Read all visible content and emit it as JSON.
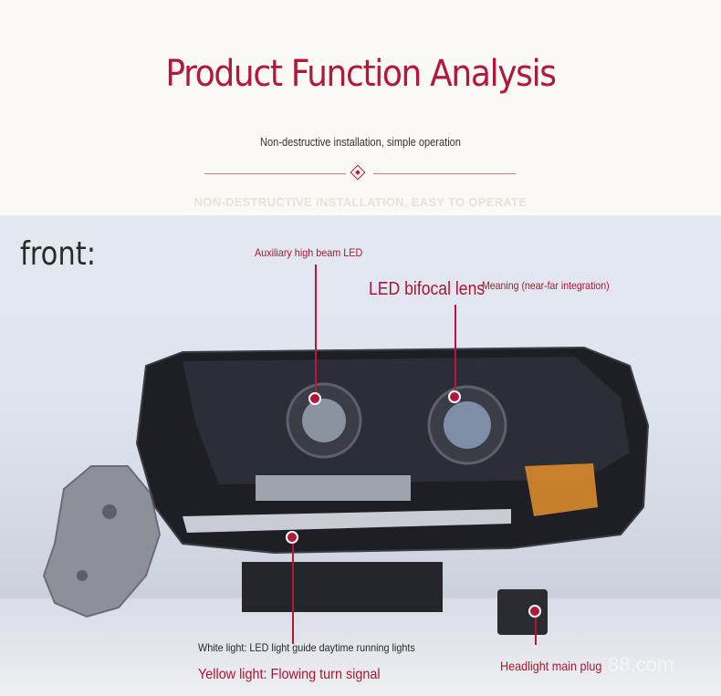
{
  "header": {
    "title": "Product Function Analysis",
    "subtitle": "Non-destructive installation, simple operation",
    "ghost_text": "NON-DESTRUCTIVE INSTALLATION, EASY TO OPERATE"
  },
  "photo": {
    "front_label": "front:",
    "callouts": {
      "aux_high_beam": "Auxiliary high beam LED",
      "bifocal_lens": "LED bifocal lens",
      "meaning": "Meaning (near-far integration)",
      "white_light": "White light: LED light guide daytime running lights",
      "yellow_light": "Yellow light: Flowing turn signal",
      "main_plug": "Headlight main plug"
    },
    "watermark": "88.com"
  },
  "colors": {
    "accent": "#b3173a"
  }
}
